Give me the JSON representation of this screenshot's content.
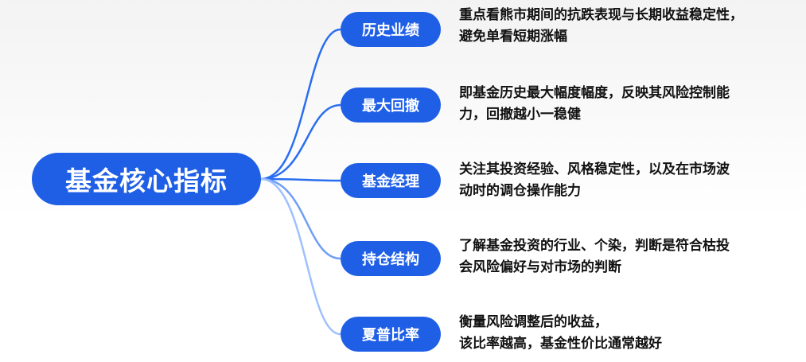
{
  "mindmap": {
    "root": {
      "label": "基金核心指标"
    },
    "branches": [
      {
        "label": "历史业绩",
        "lines": [
          "重点看熊市期间的抗跌表现与长期收益稳定性，",
          "避免单看短期涨幅"
        ]
      },
      {
        "label": "最大回撤",
        "lines": [
          "即基金历史最大幅度幅度，反映其风险控制能",
          "力，回撤越小一稳健"
        ]
      },
      {
        "label": "基金经理",
        "lines": [
          "关注其投资经验、风格稳定性，以及在市场波",
          "动时的调仓操作能力"
        ]
      },
      {
        "label": "持仓结构",
        "lines": [
          "了解基金投资的行业、个染，判断是符合枯投",
          "会风险偏好与对市场的判断"
        ]
      },
      {
        "label": "夏普比率",
        "lines": [
          "衡量风险调整后的收益，",
          "该比率越高，基金性价比通常越好"
        ]
      }
    ]
  },
  "colors": {
    "node_fill": "#1f5fe6",
    "connector": "#2a6ef0",
    "connector_faded": "#9ec0ff",
    "text": "#111111"
  }
}
